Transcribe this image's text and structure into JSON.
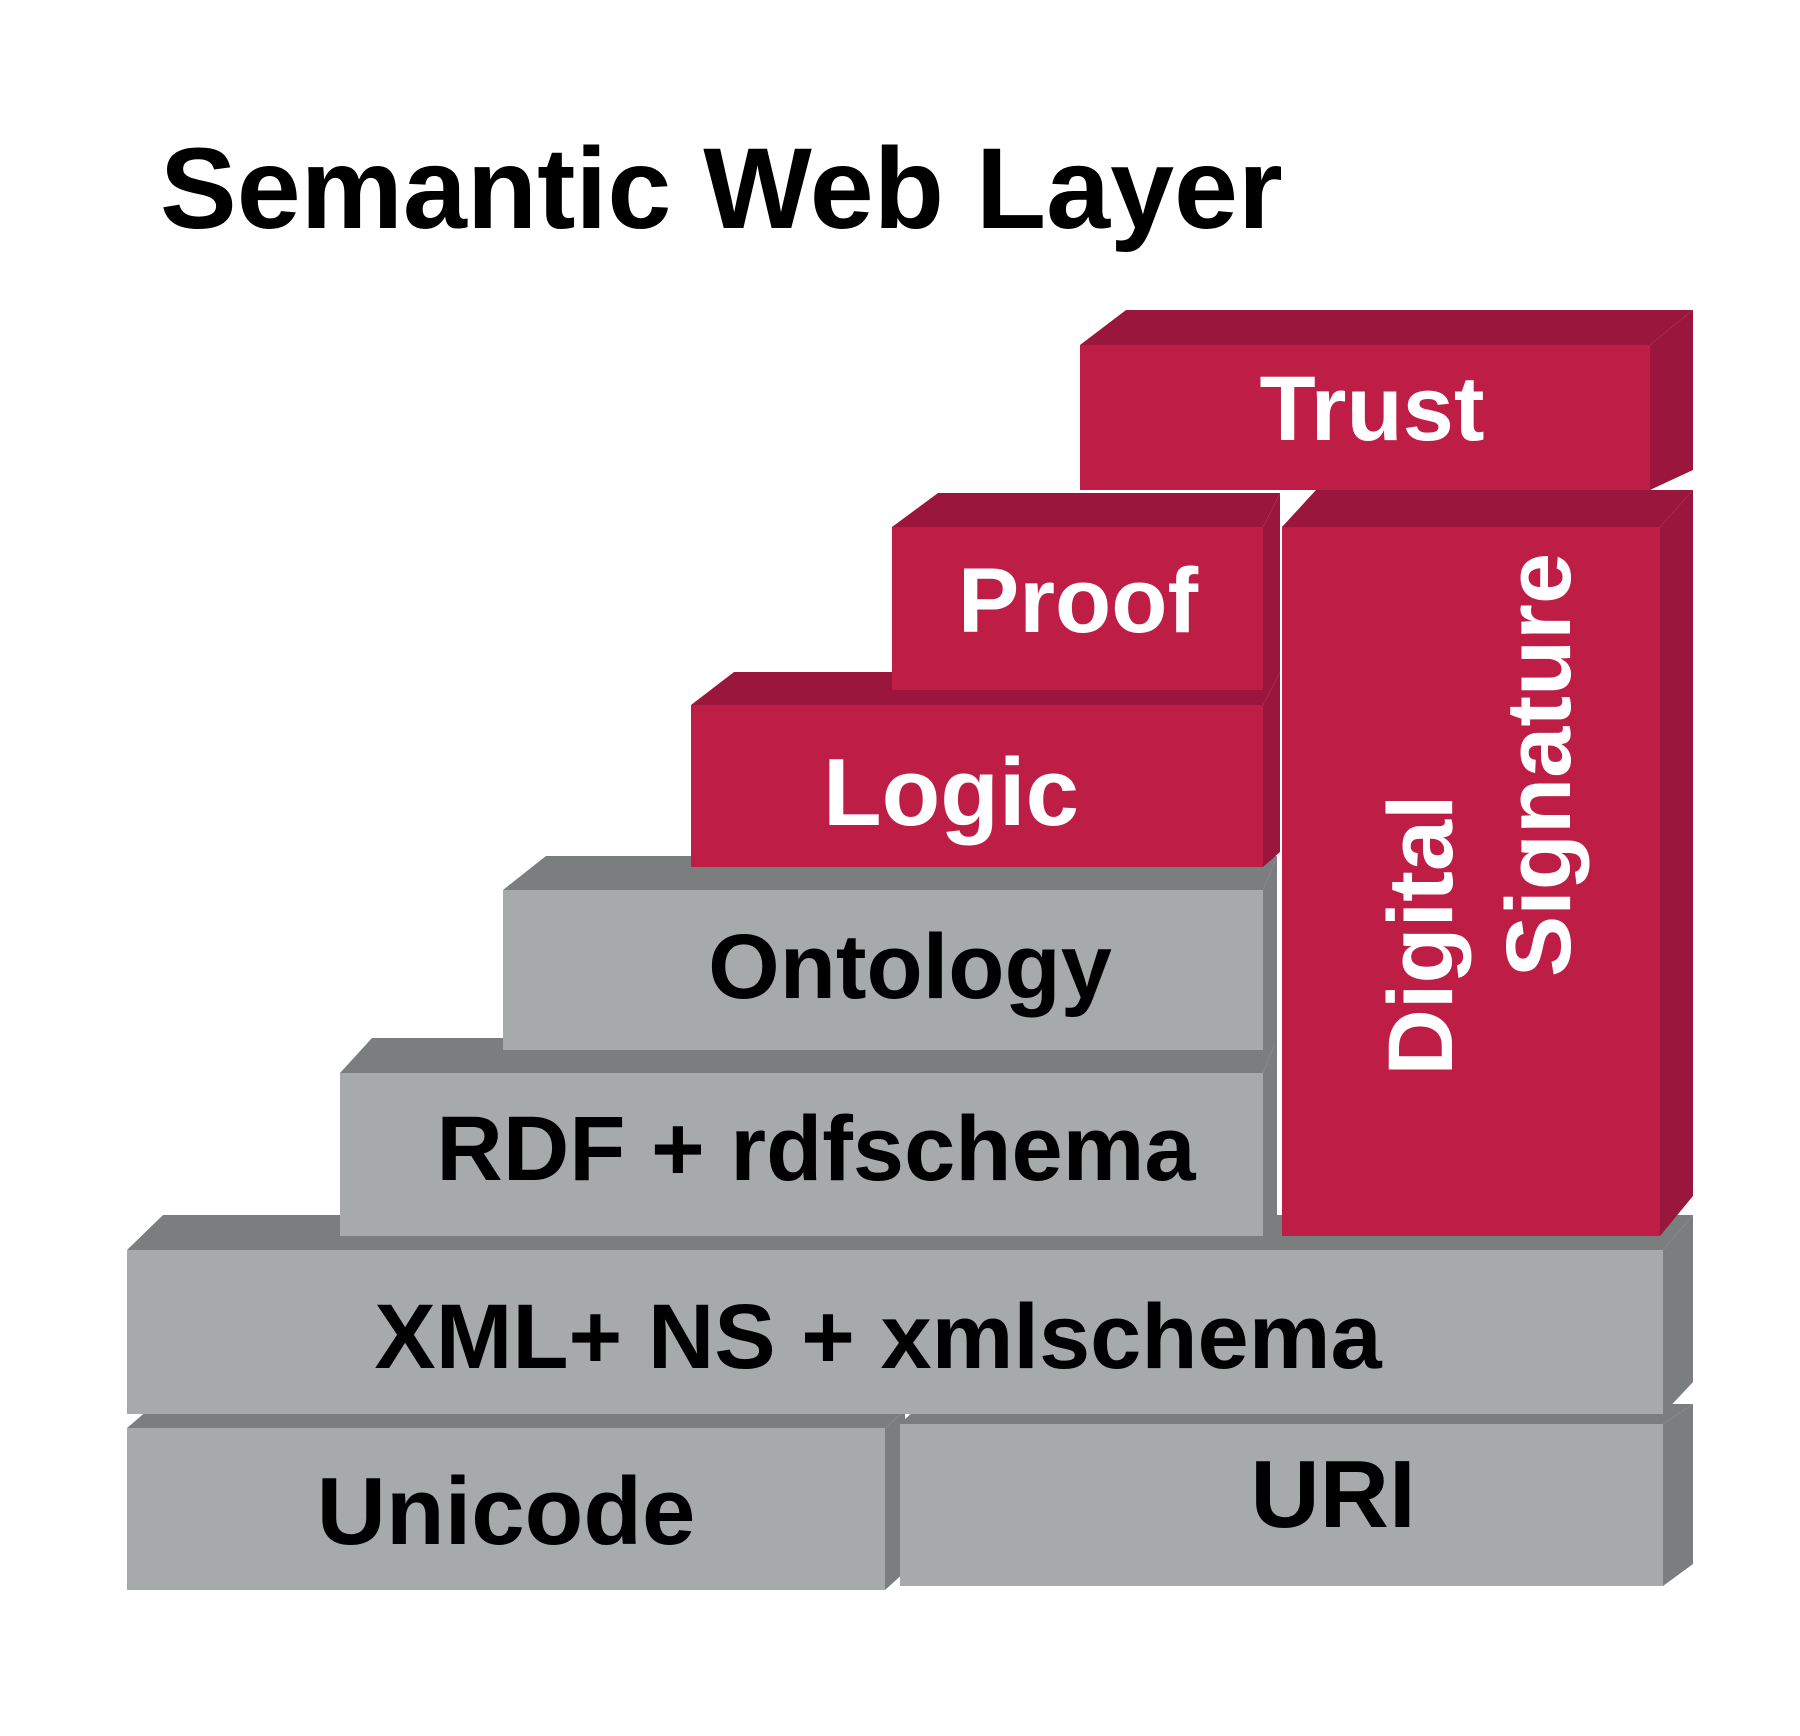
{
  "title": "Semantic Web Layer",
  "colors": {
    "gray_front": "#a7aaab",
    "gray_side": "#7a7e7e",
    "red_front": "#be1e45",
    "red_side": "#9b163c",
    "text_dark": "#000000",
    "text_light": "#ffffff",
    "background": "#ffffff"
  },
  "layers": [
    {
      "id": "trust",
      "label": "Trust",
      "tone": "red"
    },
    {
      "id": "proof",
      "label": "Proof",
      "tone": "red"
    },
    {
      "id": "logic",
      "label": "Logic",
      "tone": "red"
    },
    {
      "id": "digital-signature",
      "label_line1": "Digital",
      "label_line2": "Signature",
      "tone": "red"
    },
    {
      "id": "ontology",
      "label": "Ontology",
      "tone": "gray"
    },
    {
      "id": "rdf",
      "label": "RDF + rdfschema",
      "tone": "gray"
    },
    {
      "id": "xml",
      "label": "XML+ NS + xmlschema",
      "tone": "gray"
    },
    {
      "id": "unicode",
      "label": "Unicode",
      "tone": "gray"
    },
    {
      "id": "uri",
      "label": "URI",
      "tone": "gray"
    }
  ]
}
